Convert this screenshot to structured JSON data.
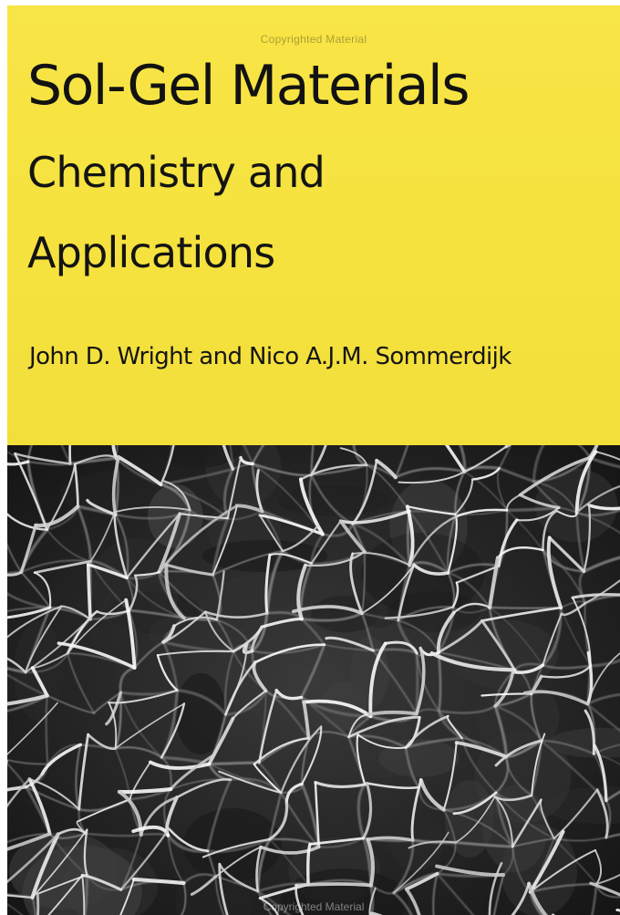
{
  "cover": {
    "watermark_top": "Copyrighted Material",
    "title": "Sol-Gel Materials",
    "subtitle_line1": "Chemistry and",
    "subtitle_line2": "Applications",
    "authors": "John D. Wright and Nico A.J.M. Sommerdijk",
    "watermark_bottom": "Copyrighted Material"
  },
  "colors": {
    "cover_yellow": "#f6e340",
    "title_text": "#121212",
    "photo_background": "#1c1c1c",
    "network_strands": "#d9d9d9"
  }
}
